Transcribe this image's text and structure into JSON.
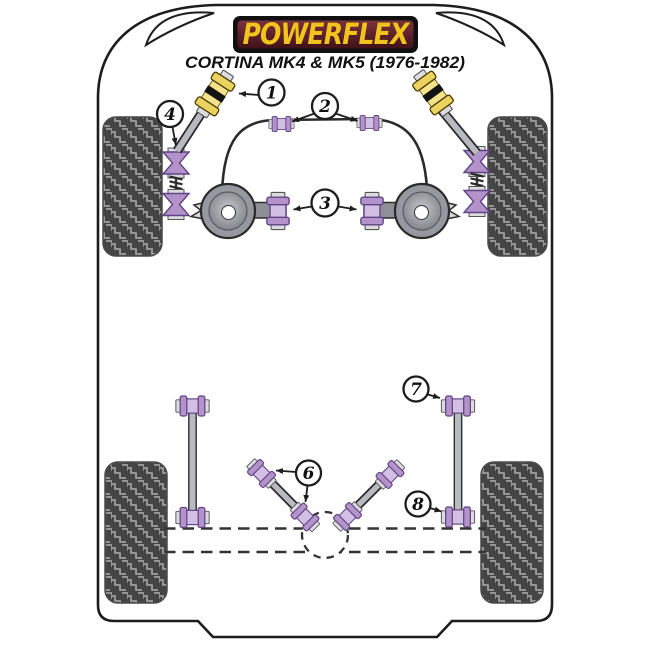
{
  "header": {
    "logo_text": "POWERFLEX",
    "subtitle": "CORTINA MK4 & MK5 (1976-1982)"
  },
  "callouts": [
    {
      "number": "1"
    },
    {
      "number": "2"
    },
    {
      "number": "3"
    },
    {
      "number": "4"
    },
    {
      "number": "6"
    },
    {
      "number": "7"
    },
    {
      "number": "8"
    }
  ],
  "colors": {
    "background": "#ffffff",
    "outline": "#1d1d1d",
    "logo_text": "#f2c21f",
    "logo_bg_top": "#7d3242",
    "logo_bg_bottom": "#3f1118",
    "logo_frame": "#101010",
    "subtitle_text": "#111111",
    "bush_purple": "#b493cb",
    "bush_purple_light": "#d3bfe4",
    "bush_outline": "#5f4383",
    "washer_gray": "#dcdce0",
    "metal_gray": "#b9b9c1",
    "arm_gray": "#8f8f97",
    "mount_yellow": "#ecd25e",
    "mount_yellow_light": "#f4e28c",
    "tire_dark": "#454545",
    "tread_light": "#9e9e9e"
  }
}
